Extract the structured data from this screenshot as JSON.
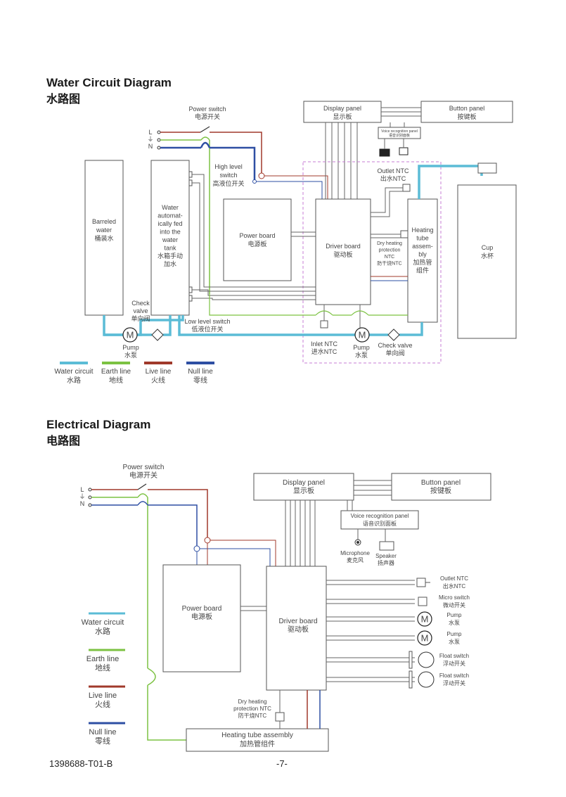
{
  "water": {
    "title": "Water Circuit Diagram",
    "subtitle": "水路图",
    "power_switch": [
      "Power switch",
      "电源开关"
    ],
    "terminals": [
      "L",
      "⏚",
      "N"
    ],
    "high_level": [
      "High level",
      "switch",
      "高液位开关"
    ],
    "display_panel": [
      "Display panel",
      "显示板"
    ],
    "button_panel": [
      "Button panel",
      "按键板"
    ],
    "voice_panel": [
      "Voice recognition panel",
      "语音识别面板"
    ],
    "outlet_ntc": [
      "Outlet NTC",
      "出水NTC"
    ],
    "barreled": [
      "Barreled",
      "water",
      "桶装水"
    ],
    "auto_fed": [
      "Water",
      "automat-",
      "ically fed",
      "into the",
      "water",
      "tank",
      "水箱手动",
      "加水"
    ],
    "power_board": [
      "Power board",
      "电源板"
    ],
    "driver_board": [
      "Driver board",
      "驱动板"
    ],
    "dry_heating": [
      "Dry heating",
      "protection",
      "NTC",
      "防干烧NTC"
    ],
    "heating_tube": [
      "Heating",
      "tube",
      "assem-",
      "bly",
      "加热管",
      "组件"
    ],
    "cup": [
      "Cup",
      "水杯"
    ],
    "check_valve_left": [
      "Check",
      "valve",
      "单向阀"
    ],
    "low_level": [
      "Low level switch",
      "低液位开关"
    ],
    "pump_left": [
      "Pump",
      "水泵"
    ],
    "inlet_ntc": [
      "Inlet NTC",
      "进水NTC"
    ],
    "pump_right": [
      "Pump",
      "水泵"
    ],
    "check_valve_right": [
      "Check valve",
      "单向阀"
    ],
    "motor_symbol": "M",
    "legend": [
      {
        "label": "Water circuit",
        "cn": "水路",
        "color": "#5bbcd6"
      },
      {
        "label": "Earth line",
        "cn": "地线",
        "color": "#7cc242"
      },
      {
        "label": "Live line",
        "cn": "火线",
        "color": "#a0392b"
      },
      {
        "label": "Null line",
        "cn": "零线",
        "color": "#2e4fa3"
      }
    ]
  },
  "electrical": {
    "title": "Electrical Diagram",
    "subtitle": "电路图",
    "power_switch": [
      "Power switch",
      "电源开关"
    ],
    "terminals": [
      "L",
      "⏚",
      "N"
    ],
    "display_panel": [
      "Display panel",
      "显示板"
    ],
    "button_panel": [
      "Button panel",
      "按键板"
    ],
    "voice_panel": [
      "Voice recognition panel",
      "语音识别面板"
    ],
    "microphone": [
      "Microphone",
      "麦克风"
    ],
    "speaker": [
      "Speaker",
      "扬声器"
    ],
    "power_board": [
      "Power board",
      "电源板"
    ],
    "driver_board": [
      "Driver board",
      "驱动板"
    ],
    "outlet_ntc": [
      "Outlet NTC",
      "出水NTC"
    ],
    "micro_switch": [
      "Micro switch",
      "微动开关"
    ],
    "pump1": [
      "Pump",
      "水泵"
    ],
    "pump2": [
      "Pump",
      "水泵"
    ],
    "float1": [
      "Float switch",
      "浮动开关"
    ],
    "float2": [
      "Float switch",
      "浮动开关"
    ],
    "dry_heating": [
      "Dry heating",
      "protection NTC",
      "防干烧NTC"
    ],
    "heating_tube": [
      "Heating tube assembly",
      "加热管组件"
    ],
    "motor_symbol": "M",
    "legend": [
      {
        "label": "Water circuit",
        "cn": "水路",
        "color": "#5bbcd6"
      },
      {
        "label": "Earth line",
        "cn": "地线",
        "color": "#7cc242"
      },
      {
        "label": "Live line",
        "cn": "火线",
        "color": "#a0392b"
      },
      {
        "label": "Null line",
        "cn": "零线",
        "color": "#2e4fa3"
      }
    ]
  },
  "footer": {
    "doc_number": "1398688-T01-B",
    "page": "-7-"
  },
  "colors": {
    "water": "#5bbcd6",
    "earth": "#7cc242",
    "live": "#a0392b",
    "null": "#2e4fa3",
    "frame": "#555555",
    "dashed": "#c77dd4"
  }
}
